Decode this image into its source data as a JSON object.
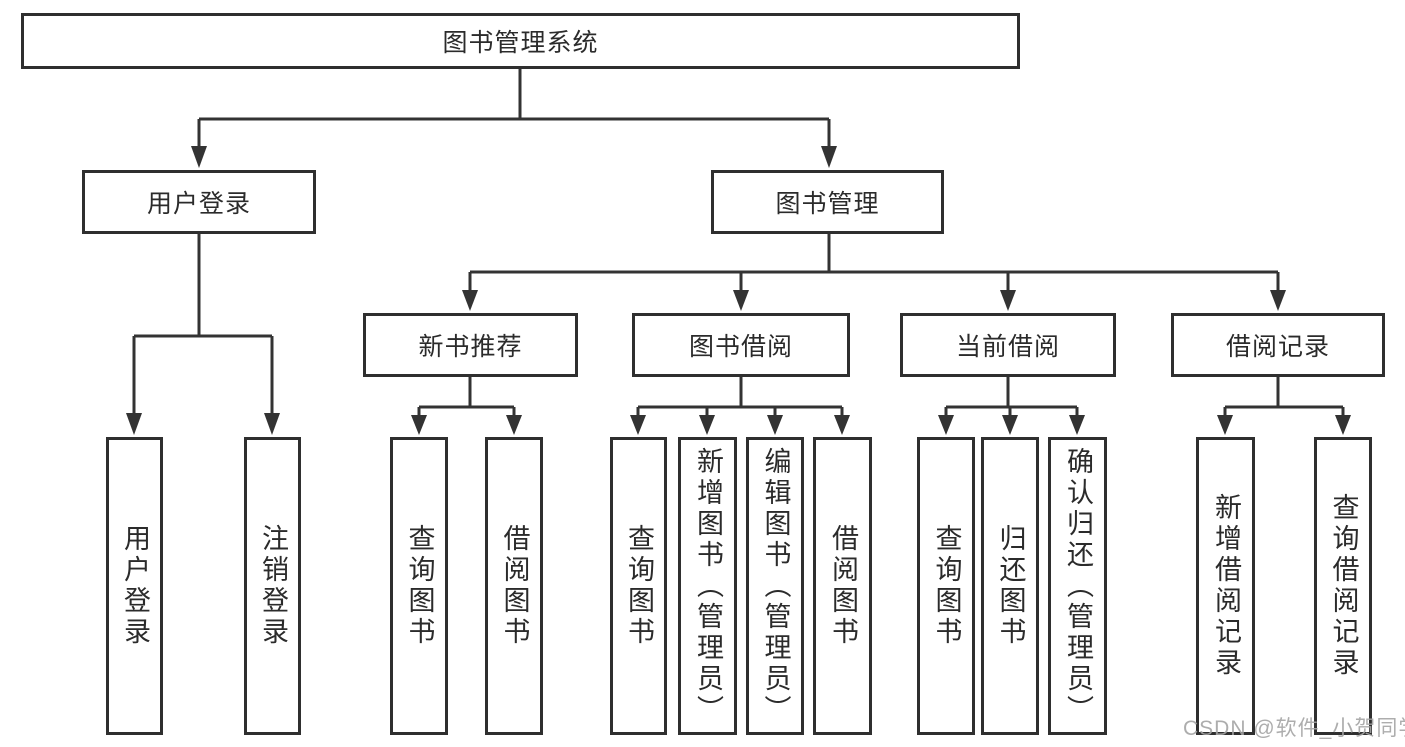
{
  "diagram": {
    "title": "图书管理系统",
    "type": "hierarchy-tree",
    "colors": {
      "line": "#333333",
      "box_border": "#2f2f2f",
      "text": "#2b2b2b",
      "background": "#ffffff",
      "watermark": "#a4a4a4"
    }
  },
  "root": {
    "label": "图书管理系统"
  },
  "level2": [
    {
      "id": "user-login",
      "label": "用户登录"
    },
    {
      "id": "book-management",
      "label": "图书管理"
    }
  ],
  "level3": [
    {
      "id": "new-book-recommend",
      "label": "新书推荐",
      "parent": "图书管理"
    },
    {
      "id": "book-borrowing",
      "label": "图书借阅",
      "parent": "图书管理"
    },
    {
      "id": "current-borrowing",
      "label": "当前借阅",
      "parent": "图书管理"
    },
    {
      "id": "borrowing-records",
      "label": "借阅记录",
      "parent": "图书管理"
    }
  ],
  "leaves": [
    {
      "id": "user-login-leaf",
      "label": "用户登录",
      "parent": "用户登录"
    },
    {
      "id": "logout",
      "label": "注销登录",
      "parent": "用户登录"
    },
    {
      "id": "query-books-recommend",
      "label": "查询图书",
      "parent": "新书推荐"
    },
    {
      "id": "borrow-books-recommend",
      "label": "借阅图书",
      "parent": "新书推荐"
    },
    {
      "id": "query-books-borrowing",
      "label": "查询图书",
      "parent": "图书借阅"
    },
    {
      "id": "add-books-admin",
      "label": "新增图书（管理员）",
      "parent": "图书借阅"
    },
    {
      "id": "edit-books-admin",
      "label": "编辑图书（管理员）",
      "parent": "图书借阅"
    },
    {
      "id": "borrow-books",
      "label": "借阅图书",
      "parent": "图书借阅"
    },
    {
      "id": "query-books-current",
      "label": "查询图书",
      "parent": "当前借阅"
    },
    {
      "id": "return-books",
      "label": "归还图书",
      "parent": "当前借阅"
    },
    {
      "id": "confirm-return-admin",
      "label": "确认归还（管理员）",
      "parent": "当前借阅"
    },
    {
      "id": "add-borrow-record",
      "label": "新增借阅记录",
      "parent": "借阅记录"
    },
    {
      "id": "query-borrow-record",
      "label": "查询借阅记录",
      "parent": "借阅记录"
    }
  ],
  "watermark": {
    "text": "CSDN @软件_小贺同学"
  }
}
